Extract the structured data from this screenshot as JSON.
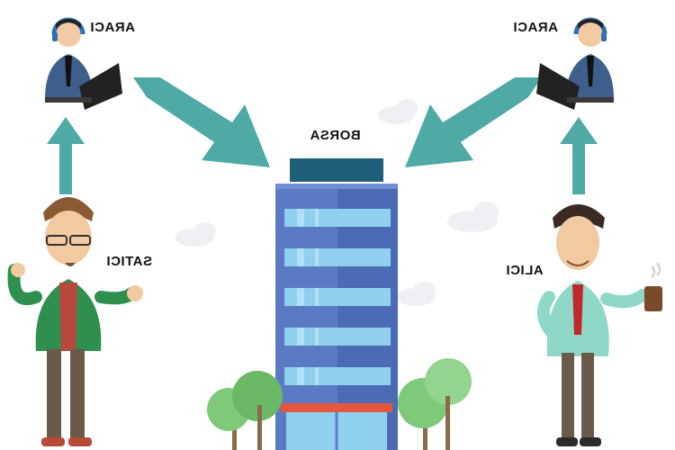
{
  "labels": {
    "broker_left": "ARACI",
    "broker_right": "ARACI",
    "exchange": "BORSA",
    "seller": "SATICI",
    "buyer": "ALICI"
  },
  "colors": {
    "arrow": "#4faaa6",
    "building": "#5a7bc4",
    "building_dark": "#2b4d8f",
    "window": "#8fd0ef",
    "roof": "#1f5f7a",
    "cloud": "#eef0f3",
    "tree": "#7fc97a"
  },
  "icons": {
    "broker": "headset-operator-icon",
    "exchange": "office-building-icon",
    "seller": "businessman-icon",
    "buyer": "businessman-with-cup-icon"
  }
}
